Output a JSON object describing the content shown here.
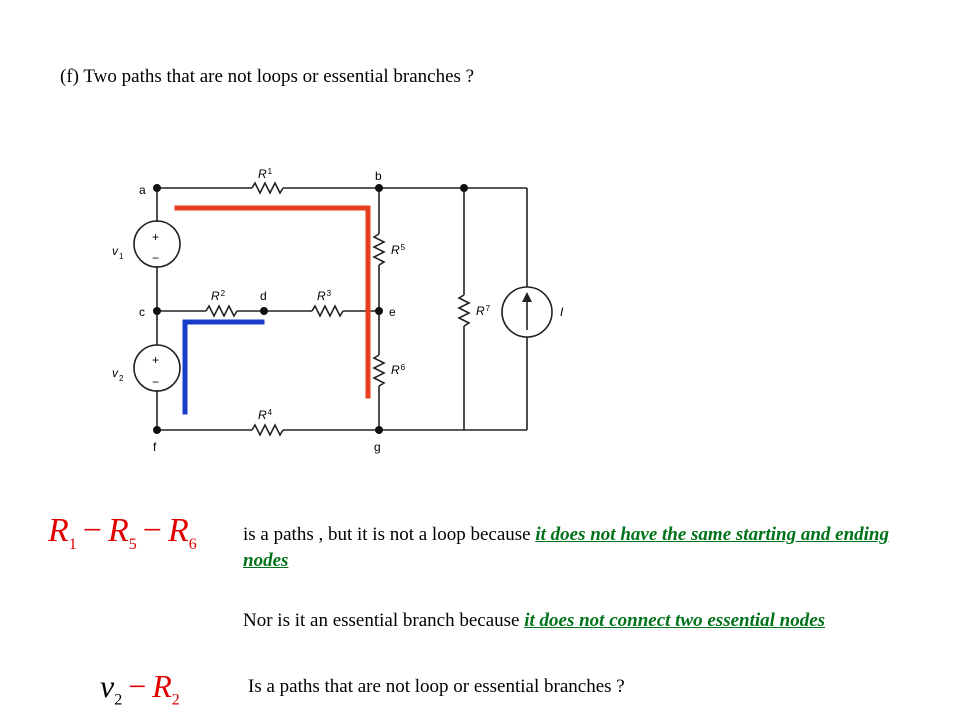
{
  "heading": "(f) Two paths that are not loops or essential branches ?",
  "circuit": {
    "nodes": [
      "a",
      "b",
      "c",
      "d",
      "e",
      "f",
      "g"
    ],
    "components": {
      "R1": {
        "letter": "R",
        "sub": "1"
      },
      "R2": {
        "letter": "R",
        "sub": "2"
      },
      "R3": {
        "letter": "R",
        "sub": "3"
      },
      "R4": {
        "letter": "R",
        "sub": "4"
      },
      "R5": {
        "letter": "R",
        "sub": "5"
      },
      "R6": {
        "letter": "R",
        "sub": "6"
      },
      "R7": {
        "letter": "R",
        "sub": "7"
      },
      "v1": {
        "letter": "v",
        "sub": "1"
      },
      "v2": {
        "letter": "v",
        "sub": "2"
      },
      "I": "I"
    },
    "plus": "+",
    "minus": "−",
    "highlight_colors": {
      "path1": "#e8401c",
      "path2": "#1a3cc8"
    }
  },
  "expr1": {
    "r1": "R",
    "s1": "1",
    "op1": "−",
    "r5": "R",
    "s5": "5",
    "op2": "−",
    "r6": "R",
    "s6": "6"
  },
  "expr2": {
    "v": "v",
    "sv": "2",
    "op": "−",
    "r": "R",
    "sr": "2"
  },
  "para1": {
    "text": "is a paths , but it is not a loop because ",
    "answer": "it does not have the same starting and ending nodes"
  },
  "para2": {
    "text": "Nor is it an essential branch because ",
    "answer": "it does not connect two essential nodes"
  },
  "para3": "Is a  paths that are not loop or essential branches ?"
}
